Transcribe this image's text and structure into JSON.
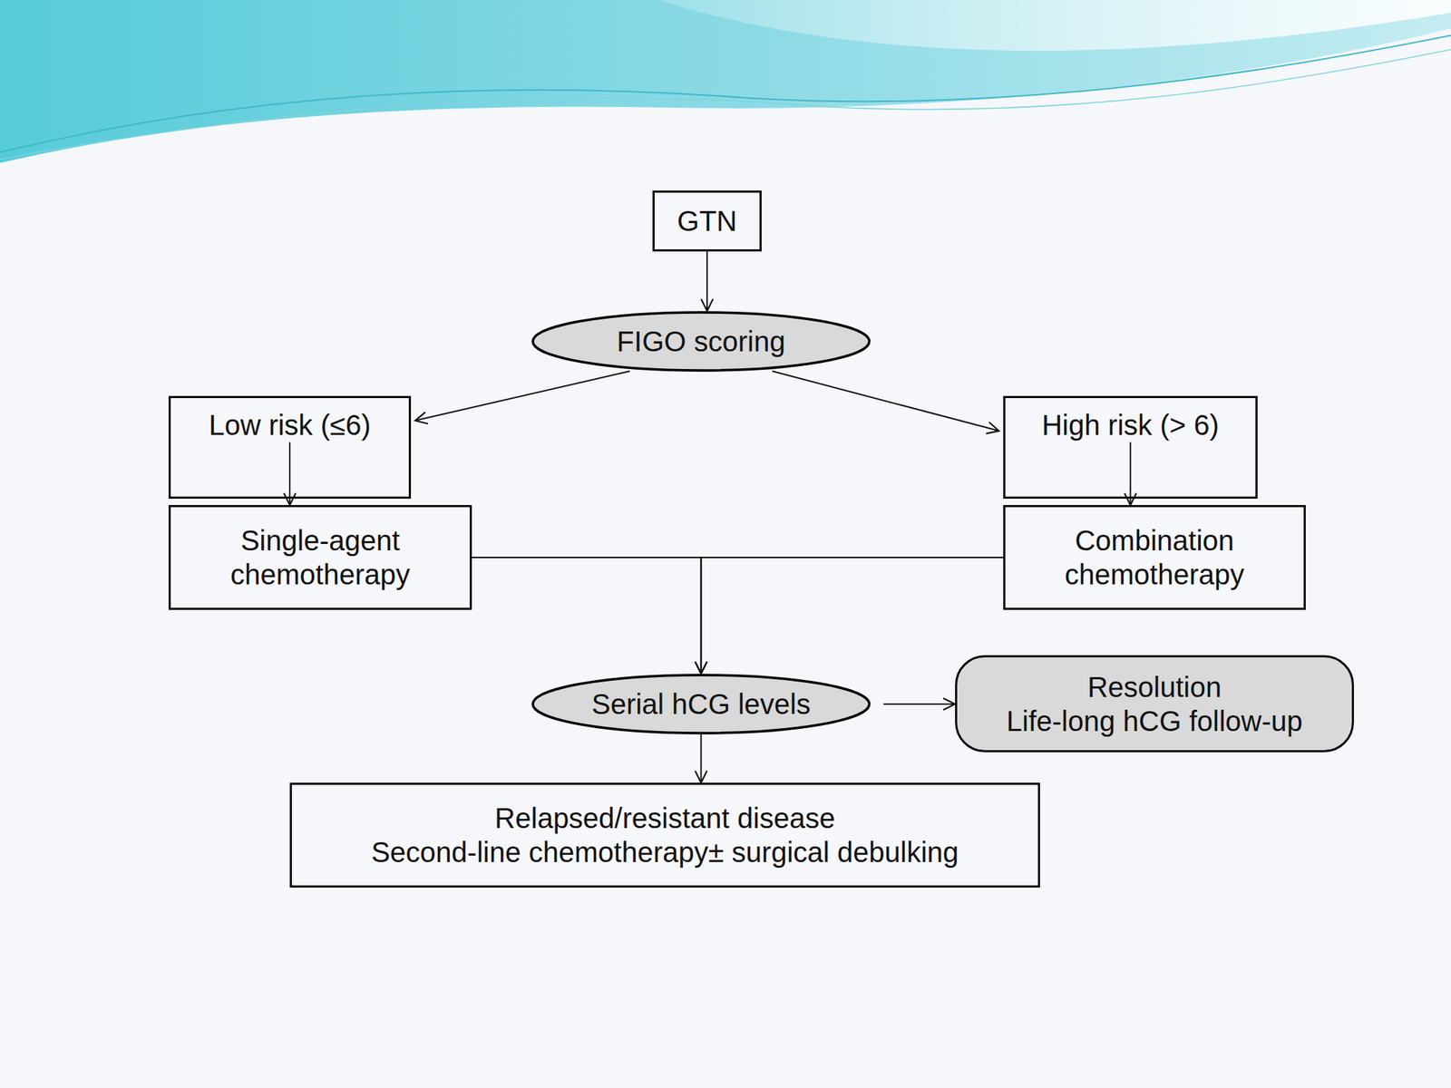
{
  "diagram": {
    "nodes": [
      {
        "text": [
          "GTN"
        ]
      },
      {
        "text": [
          "FIGO scoring"
        ]
      },
      {
        "text": [
          "Low risk (≤6)"
        ]
      },
      {
        "text": [
          "High risk (> 6)"
        ]
      },
      {
        "text": [
          "Single-agent chemotherapy"
        ]
      },
      {
        "text": [
          "Combination chemotherapy"
        ]
      },
      {
        "text": [
          "Serial hCG levels"
        ]
      },
      {
        "text": [
          "Resolution",
          "Life-long hCG follow-up"
        ]
      },
      {
        "text": [
          "Relapsed/resistant disease",
          "Second-line chemotherapy± surgical debulking"
        ]
      }
    ],
    "edges": [
      {
        "from": 0,
        "to": 1,
        "arrow": "to"
      },
      {
        "from": 1,
        "to": 2,
        "arrow": "to"
      },
      {
        "from": 1,
        "to": 3,
        "arrow": "to"
      },
      {
        "from": 2,
        "to": 4,
        "arrow": "to"
      },
      {
        "from": 3,
        "to": 5,
        "arrow": "to"
      },
      {
        "from": 4,
        "to": 6,
        "arrow": "to"
      },
      {
        "from": 5,
        "to": 6,
        "arrow": "to"
      },
      {
        "from": 6,
        "to": 7,
        "arrow": "to"
      },
      {
        "from": 6,
        "to": 8,
        "arrow": "to"
      }
    ]
  }
}
